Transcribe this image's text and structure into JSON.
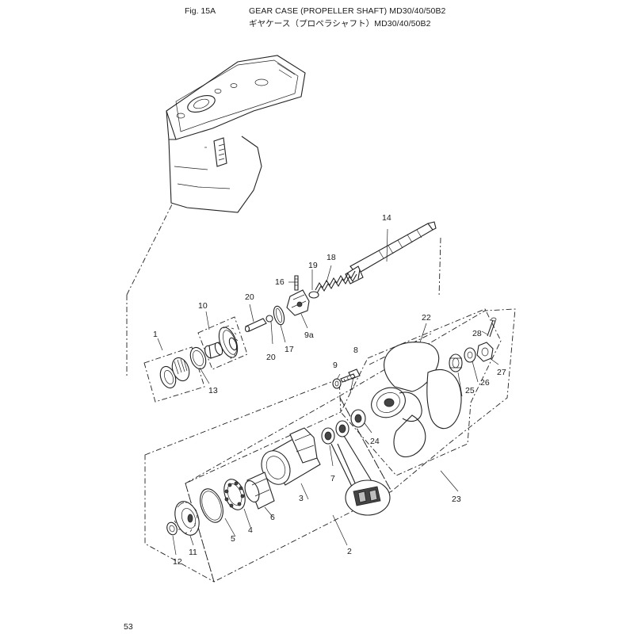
{
  "header": {
    "fig": "Fig. 15A",
    "title_en": "GEAR CASE (PROPELLER SHAFT) MD30/40/50B2",
    "title_jp": "ギヤケース（プロペラシャフト）MD30/40/50B2"
  },
  "page_number": "53",
  "callouts": {
    "c1": "1",
    "c2": "2",
    "c3": "3",
    "c4": "4",
    "c5": "5",
    "c6": "6",
    "c7": "7",
    "c8": "8",
    "c9": "9",
    "c9a": "9a",
    "c10": "10",
    "c11": "11",
    "c12": "12",
    "c13": "13",
    "c14": "14",
    "c16": "16",
    "c17": "17",
    "c18": "18",
    "c19": "19",
    "c20a": "20",
    "c20b": "20",
    "c22": "22",
    "c23": "23",
    "c24": "24",
    "c25": "25",
    "c26": "26",
    "c27": "27",
    "c28": "28"
  }
}
